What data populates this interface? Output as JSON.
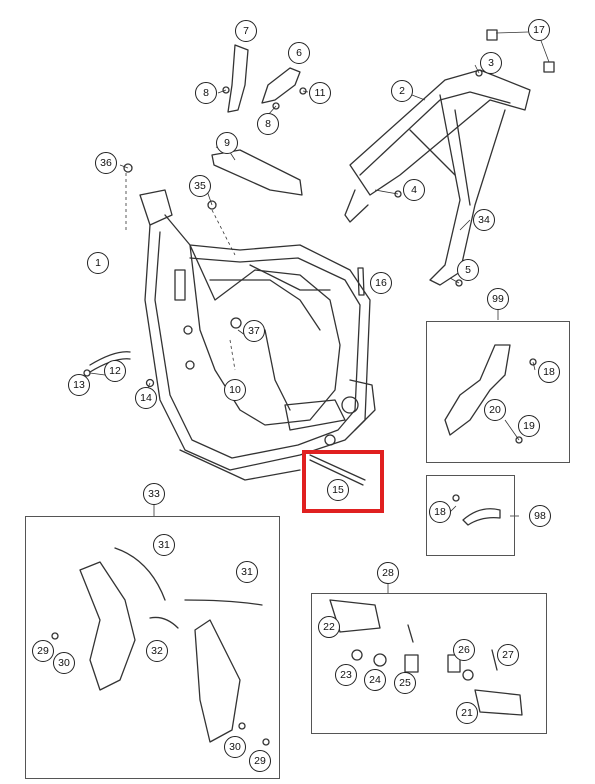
{
  "callouts": {
    "c1": "1",
    "c2": "2",
    "c3": "3",
    "c4": "4",
    "c5": "5",
    "c6": "6",
    "c7": "7",
    "c8a": "8",
    "c8b": "8",
    "c9": "9",
    "c10": "10",
    "c11": "11",
    "c12": "12",
    "c13": "13",
    "c14": "14",
    "c15": "15",
    "c16": "16",
    "c17": "17",
    "c18a": "18",
    "c18b": "18",
    "c19": "19",
    "c20": "20",
    "c21": "21",
    "c22": "22",
    "c23": "23",
    "c24": "24",
    "c25": "25",
    "c26": "26",
    "c27": "27",
    "c28": "28",
    "c29a": "29",
    "c29b": "29",
    "c30a": "30",
    "c30b": "30",
    "c31a": "31",
    "c31b": "31",
    "c32": "32",
    "c33": "33",
    "c34": "34",
    "c35": "35",
    "c36": "36",
    "c37": "37",
    "c98": "98",
    "c99": "99"
  },
  "highlight": {
    "target": "15",
    "color": "#e02020"
  },
  "colors": {
    "line": "#333333",
    "highlight": "#e02020"
  }
}
